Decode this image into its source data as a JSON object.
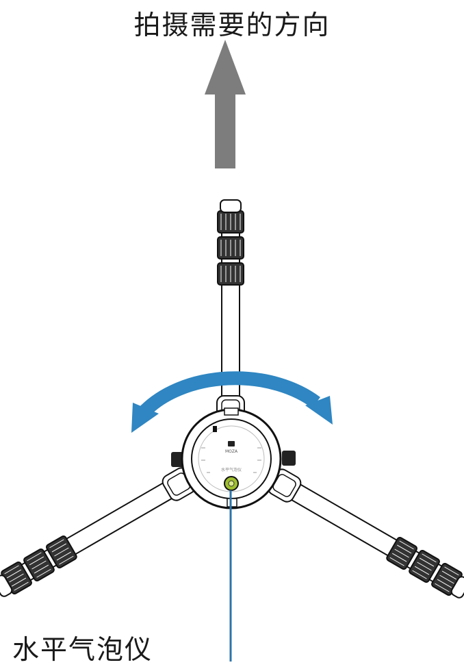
{
  "labels": {
    "direction": "拍摄需要的方向",
    "level": "水平气泡仪"
  },
  "device_marks": {
    "brand": "MOZA",
    "bubble_caption": "水平气泡仪"
  },
  "colors": {
    "arrow_gray": "#7d7d7d",
    "rotation_blue": "#2f86c2",
    "leader_blue": "#2c74a9",
    "bubble_green": "#9fbf2f",
    "outline": "#111111"
  },
  "icons": [
    "up-arrow-icon",
    "rotation-arrow-icon",
    "bubble-level-icon"
  ]
}
